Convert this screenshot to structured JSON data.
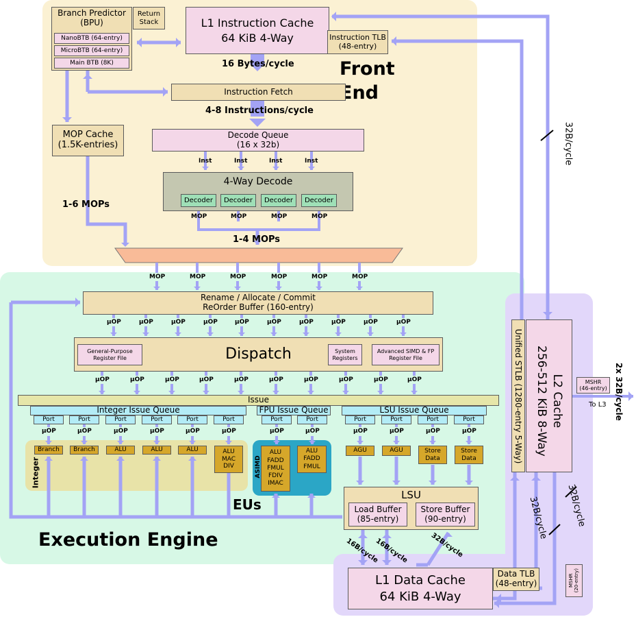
{
  "regions": {
    "front_end": "Front\nEnd",
    "execution_engine": "Execution Engine",
    "eus": "EUs",
    "integer": "Integer",
    "asimd": "ASIMD"
  },
  "front": {
    "bpu_title": "Branch Predictor\n(BPU)",
    "return_stack": "Return\nStack",
    "nano_btb": "NanoBTB (64-entry)",
    "micro_btb": "MicroBTB (64-entry)",
    "main_btb": "Main BTB (8K)",
    "l1i": "L1 Instruction Cache\n64 KiB 4-Way",
    "itlb": "Instruction TLB\n(48-entry)",
    "bw_16": "16 Bytes/cycle",
    "fetch": "Instruction Fetch",
    "bw_fetch": "4-8 Instructions/cycle",
    "mop_cache": "MOP Cache\n(1.5K-entries)",
    "decode_queue": "Decode Queue\n(16 x 32b)",
    "inst_label": "Inst",
    "decode": "4-Way Decode",
    "decoder": "Decoder",
    "mop_label": "MOP",
    "mops_1_6": "1-6 MOPs",
    "mops_1_4": "1-4 MOPs"
  },
  "exec": {
    "rename": "Rename / Allocate / Commit\nReOrder Buffer (160-entry)",
    "uop_label": "µOP",
    "dispatch": "Dispatch",
    "gprf": "General-Purpose\nRegister File",
    "sysreg": "System\nRegisters",
    "simdrf": "Advanced SIMD & FP\nRegister File",
    "issue": "Issue",
    "int_iq": "Integer Issue Queue",
    "fpu_iq": "FPU Issue Queue",
    "lsu_iq": "LSU Issue Queue",
    "port": "Port",
    "int_units": [
      "Branch",
      "Branch",
      "ALU",
      "ALU",
      "ALU",
      "ALU\nMAC\nDIV"
    ],
    "fp_units": [
      "ALU\nFADD\nFMUL\nFDIV\nIMAC",
      "ALU\nFADD\nFMUL"
    ],
    "lsu_units": [
      "AGU",
      "AGU",
      "Store\nData",
      "Store\nData"
    ],
    "lsu": "LSU",
    "load_buffer": "Load Buffer\n(85-entry)",
    "store_buffer": "Store Buffer\n(90-entry)"
  },
  "memory": {
    "l1d": "L1 Data Cache\n64 KiB 4-Way",
    "dtlb": "Data TLB\n(48-entry)",
    "msh_l1": "MSHR\n(20-entry)",
    "l2": "L2 Cache\n256-512 KiB 8-Way",
    "stlb": "Unified STLB (1280-entry 5-Way)",
    "msh_l2": "MSHR\n(46-entry)",
    "to_l3": "To L3",
    "bw_2x32": "2x 32B/cycle",
    "bw_32_top": "32B/cycle",
    "bw_32_a": "32B/cycle",
    "bw_32_b": "32B/cycle",
    "bw_32_lsu": "32B/cycle",
    "bw_16_a": "16B/cycle",
    "bw_16_b": "16B/cycle"
  },
  "colors": {
    "front_bg": "#fbf1d3",
    "exec_bg": "#d7f8e6",
    "mem_bg": "#e2d7fa",
    "arrow": "#a3a3f5",
    "integer_bg": "#e8e3a8",
    "asimd_bg": "#2ba6c6"
  }
}
